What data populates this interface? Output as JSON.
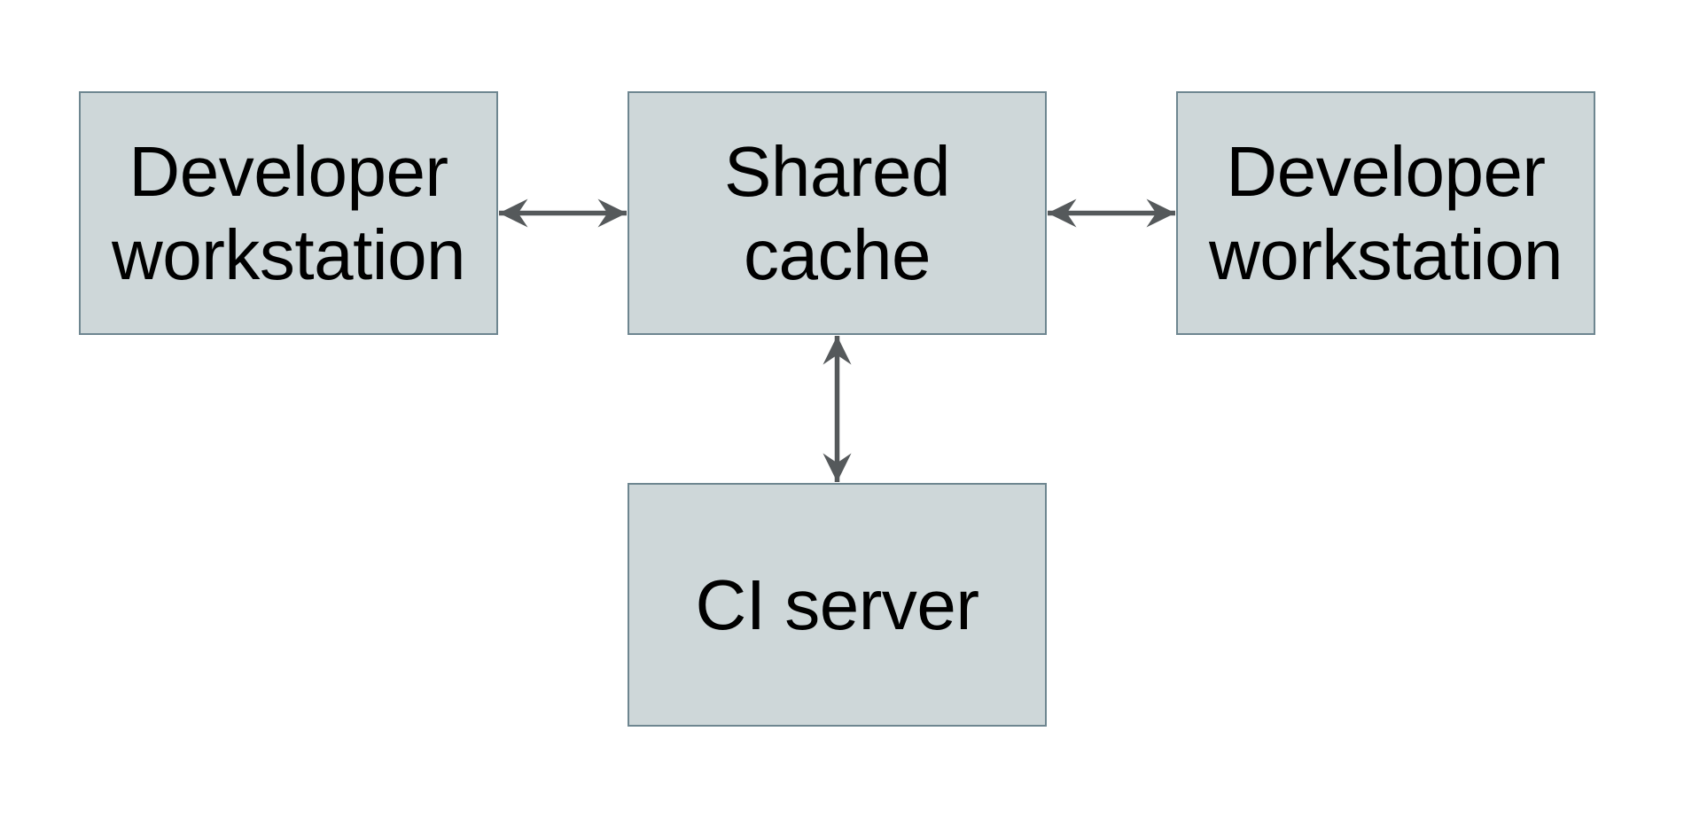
{
  "colors": {
    "node_fill": "#CED7D9",
    "node_border": "#6E8690",
    "arrow": "#55595B",
    "text": "#000000",
    "background": "#FFFFFF"
  },
  "nodes": [
    {
      "id": "developer-workstation-left",
      "label": "Developer workstation"
    },
    {
      "id": "shared-cache",
      "label": "Shared cache"
    },
    {
      "id": "developer-workstation-right",
      "label": "Developer workstation"
    },
    {
      "id": "ci-server",
      "label": "CI server"
    }
  ],
  "edges": [
    {
      "from": "developer-workstation-left",
      "to": "shared-cache",
      "bidirectional": true
    },
    {
      "from": "shared-cache",
      "to": "developer-workstation-right",
      "bidirectional": true
    },
    {
      "from": "shared-cache",
      "to": "ci-server",
      "bidirectional": true
    }
  ]
}
